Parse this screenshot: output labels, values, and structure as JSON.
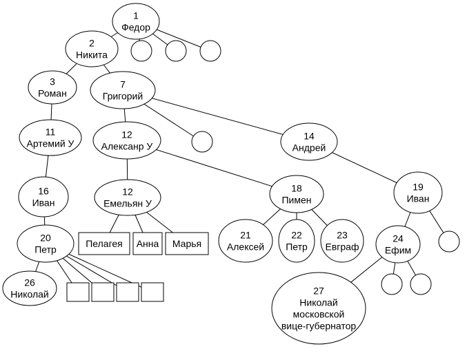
{
  "nodes": [
    {
      "id": "n1",
      "lines": [
        "1",
        "Федор"
      ]
    },
    {
      "id": "n2",
      "lines": [
        "2",
        "Никита"
      ]
    },
    {
      "id": "n3",
      "lines": [
        "3",
        "Роман"
      ]
    },
    {
      "id": "n7",
      "lines": [
        "7",
        "Григорий"
      ]
    },
    {
      "id": "n11",
      "lines": [
        "11",
        "Артемий У"
      ]
    },
    {
      "id": "n12a",
      "lines": [
        "12",
        "Алексанр У"
      ]
    },
    {
      "id": "n14",
      "lines": [
        "14",
        "Андрей"
      ]
    },
    {
      "id": "n16",
      "lines": [
        "16",
        "Иван"
      ]
    },
    {
      "id": "n12b",
      "lines": [
        "12",
        "Емельян У"
      ]
    },
    {
      "id": "n18",
      "lines": [
        "18",
        "Пимен"
      ]
    },
    {
      "id": "n19",
      "lines": [
        "19",
        "Иван"
      ]
    },
    {
      "id": "n20",
      "lines": [
        "20",
        "Петр"
      ]
    },
    {
      "id": "pel",
      "lines": [
        "Пелагея"
      ]
    },
    {
      "id": "ann",
      "lines": [
        "Анна"
      ]
    },
    {
      "id": "mar",
      "lines": [
        "Марья"
      ]
    },
    {
      "id": "n21",
      "lines": [
        "21",
        "Алексей"
      ]
    },
    {
      "id": "n22",
      "lines": [
        "22",
        "Петр"
      ]
    },
    {
      "id": "n23",
      "lines": [
        "23",
        "Евграф"
      ]
    },
    {
      "id": "n24",
      "lines": [
        "24",
        "Ефим"
      ]
    },
    {
      "id": "n26",
      "lines": [
        "26",
        "Николай"
      ]
    },
    {
      "id": "n27",
      "lines": [
        "27",
        "Николай",
        "московской",
        "вице-губернатор"
      ]
    },
    {
      "id": "e1a",
      "lines": []
    },
    {
      "id": "e1b",
      "lines": []
    },
    {
      "id": "e1c",
      "lines": []
    },
    {
      "id": "e7a",
      "lines": []
    },
    {
      "id": "e19a",
      "lines": []
    },
    {
      "id": "e24a",
      "lines": []
    },
    {
      "id": "e24b",
      "lines": []
    },
    {
      "id": "b20a",
      "lines": []
    },
    {
      "id": "b20b",
      "lines": []
    },
    {
      "id": "b20c",
      "lines": []
    },
    {
      "id": "b20d",
      "lines": []
    }
  ],
  "edges": [
    [
      "n1",
      "n2"
    ],
    [
      "n1",
      "e1a"
    ],
    [
      "n1",
      "e1b"
    ],
    [
      "n1",
      "e1c"
    ],
    [
      "n2",
      "n3"
    ],
    [
      "n2",
      "n7"
    ],
    [
      "n3",
      "n11"
    ],
    [
      "n11",
      "n16"
    ],
    [
      "n16",
      "n20"
    ],
    [
      "n20",
      "n26"
    ],
    [
      "n20",
      "b20a"
    ],
    [
      "n20",
      "b20b"
    ],
    [
      "n20",
      "b20c"
    ],
    [
      "n20",
      "b20d"
    ],
    [
      "n7",
      "n12a"
    ],
    [
      "n7",
      "e7a"
    ],
    [
      "n7",
      "n14"
    ],
    [
      "n12a",
      "n12b"
    ],
    [
      "n12a",
      "n18"
    ],
    [
      "n12b",
      "pel"
    ],
    [
      "n12b",
      "ann"
    ],
    [
      "n12b",
      "mar"
    ],
    [
      "n18",
      "n21"
    ],
    [
      "n18",
      "n22"
    ],
    [
      "n18",
      "n23"
    ],
    [
      "n14",
      "n19"
    ],
    [
      "n19",
      "n24"
    ],
    [
      "n19",
      "e19a"
    ],
    [
      "n24",
      "n27"
    ],
    [
      "n24",
      "e24a"
    ],
    [
      "n24",
      "e24b"
    ]
  ]
}
